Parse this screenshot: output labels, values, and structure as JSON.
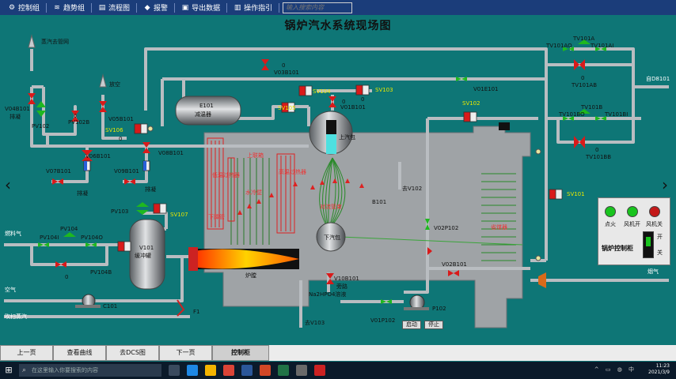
{
  "toolbar": {
    "items": [
      {
        "icon": "control-group-icon",
        "label": "控制组"
      },
      {
        "icon": "trend-icon",
        "label": "趋势组"
      },
      {
        "icon": "flowchart-icon",
        "label": "流程图"
      },
      {
        "icon": "alarm-icon",
        "label": "报警"
      },
      {
        "icon": "export-icon",
        "label": "导出数据"
      },
      {
        "icon": "guide-icon",
        "label": "操作指引"
      }
    ],
    "search_placeholder": "输入搜索内容"
  },
  "page_title": "锅炉汽水系统现场图",
  "labels": {
    "steam_exhaust": "蒸汽去管网",
    "vent": "放空",
    "v04b101": "V04B101",
    "drain1": "排凝",
    "pv102": "PV102",
    "pv102b": "PV102B",
    "v05b101": "V05B101",
    "sv106": "SV106",
    "e101": "E101",
    "e101_name": "减温器",
    "v03b101": "V03B101",
    "zero_v03": "0",
    "sv105": "SV105",
    "sv104": "SV104",
    "v01b101": "V01B101",
    "zero_v01b": "0",
    "sv103": "SV103",
    "zero_sv103": "0",
    "v01e101": "V01E101",
    "sv102": "SV102",
    "tv101a": "TV101A",
    "tv101ao": "TV101AO",
    "tv101ai": "TV101AI",
    "tv101ab": "TV101AB",
    "zero_tv101ab": "0",
    "from_d101": "自D8101",
    "tv101b": "TV101B",
    "tv101bo": "TV101BO",
    "tv101bi": "TV101BI",
    "tv101bb": "TV101BB",
    "zero_tv101bb": "0",
    "v06b101": "V06B101",
    "v08b101": "V08B101",
    "v07b101": "V07B101",
    "v09b101": "V09B101",
    "drain2": "排凝",
    "drain3": "排凝",
    "upper_drum": "上汽包",
    "lower_drum": "下汽包",
    "b101": "B101",
    "to_v102": "去V102",
    "sv101": "SV101",
    "pv103": "PV103",
    "sv107": "SV107",
    "fuel_gas": "燃料气",
    "pv104": "PV104",
    "pv104i": "PV104I",
    "pv104o": "PV104O",
    "pv104b": "PV104B",
    "zero_pv104b": "0",
    "v101": "V101",
    "v101_name": "缓冲罐",
    "air": "空气",
    "c101": "C101",
    "purge_steam": "吹扫蒸汽",
    "f1": "F1",
    "furnace": "炉膛",
    "v10b101": "V10B101",
    "bypass": "旁路",
    "na2hpo4": "Na2HPO4溶液",
    "to_v103": "去V103",
    "v01p102": "V01P102",
    "p102": "P102",
    "start": "启动",
    "stop": "停止",
    "v02p102": "V02P102",
    "v02b101": "V02B101",
    "flue_gas": "烟气",
    "economizer": "省煤器",
    "convection": "对流管束",
    "water_wall": "水冷壁",
    "down_pipe": "下降管",
    "superheater_low": "低温过热器",
    "superheater_high": "高温过热器",
    "upper_header": "上联箱",
    "zero_sv106": "0",
    "zero_v05": "0",
    "zero_pv104": "0"
  },
  "panel": {
    "ignite": "点火",
    "fan_on": "风机开",
    "fan_off": "风机关",
    "title": "锅炉控制柜",
    "switch_on": "开",
    "switch_off": "关"
  },
  "bottom_bar": [
    "上一页",
    "查看曲线",
    "去DCS图",
    "下一页",
    "控制柜"
  ],
  "taskbar": {
    "search": "在这里输入你要搜索的内容",
    "time": "11:23",
    "date": "2021/3/9"
  },
  "colors": {
    "background": "#0e7676",
    "pipe": "#b8bcc0",
    "valve_red": "#d91a1a",
    "valve_green": "#1fb81f",
    "boiler": "#9fa3a6"
  }
}
